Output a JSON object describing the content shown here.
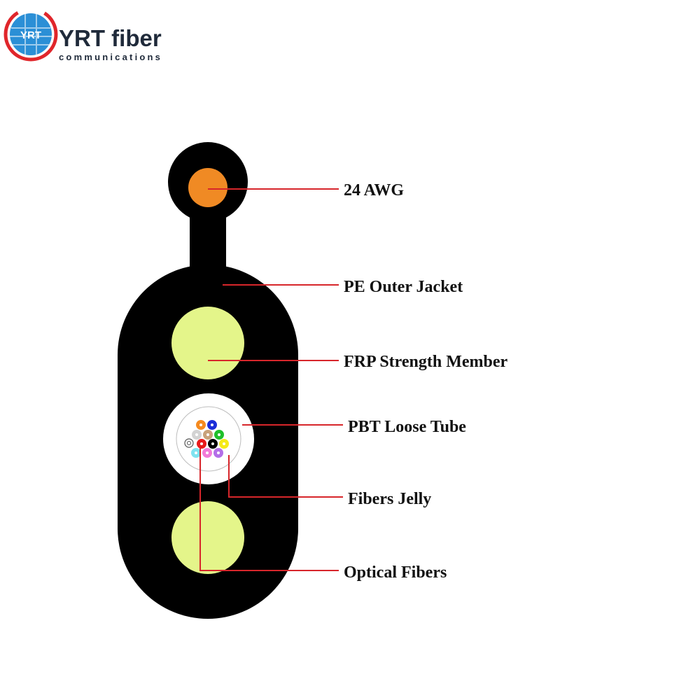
{
  "brand": {
    "name": "YRT fiber",
    "tagline": "communications",
    "mark_text": "YRT",
    "colors": {
      "blue": "#2b8fd6",
      "red": "#e0262b",
      "text": "#1f2a3a"
    }
  },
  "labels": {
    "awg": "24 AWG",
    "jacket": "PE Outer Jacket",
    "frp": "FRP Strength Member",
    "tube": "PBT Loose Tube",
    "jelly": "Fibers Jelly",
    "fibers": "Optical Fibers"
  },
  "colors": {
    "jacket": "#000000",
    "awg_conductor": "#f08a24",
    "frp": "#e4f58a",
    "tube": "#ffffff",
    "leader_line": "#d7262b"
  },
  "fiber_colors": [
    "orange",
    "blue",
    "light-gray",
    "tan",
    "green",
    "black",
    "red",
    "yellow",
    "cyan",
    "pink",
    "violet"
  ]
}
